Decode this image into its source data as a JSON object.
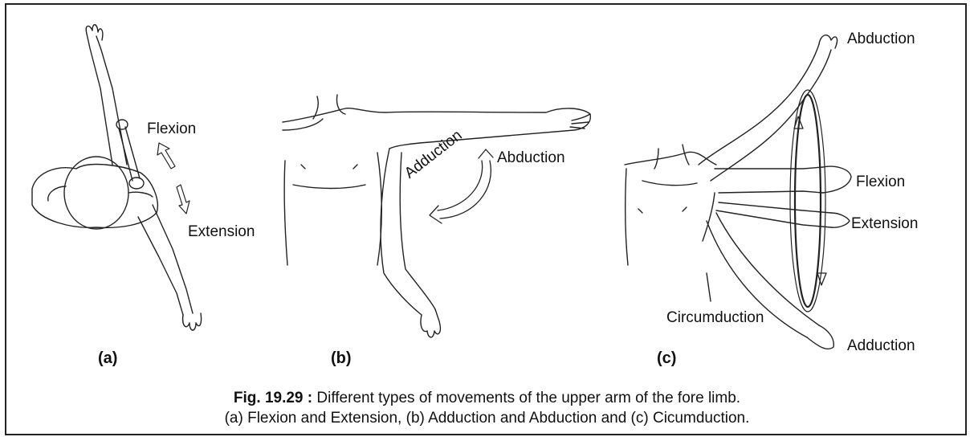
{
  "figure": {
    "panels": [
      {
        "letter": "(a)",
        "labels": {
          "flexion": "Flexion",
          "extension": "Extension"
        }
      },
      {
        "letter": "(b)",
        "labels": {
          "adduction": "Adduction",
          "abduction": "Abduction"
        }
      },
      {
        "letter": "(c)",
        "labels": {
          "abduction": "Abduction",
          "flexion": "Flexion",
          "extension": "Extension",
          "circumduction": "Circumduction",
          "adduction": "Adduction"
        }
      }
    ],
    "caption": {
      "fig_label": "Fig. 19.29 :",
      "line1": " Different types of movements of the upper arm of the fore limb.",
      "line2": "(a) Flexion and Extension, (b) Adduction and Abduction and (c) Cicumduction."
    }
  }
}
